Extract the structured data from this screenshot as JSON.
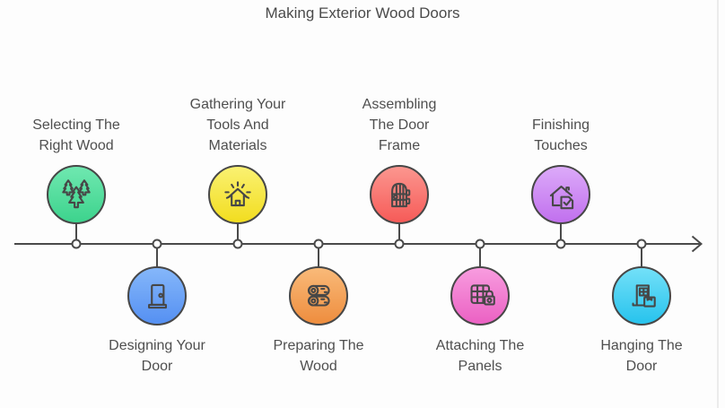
{
  "title": "Making Exterior Wood Doors",
  "colors": {
    "background": "#fdfdfd",
    "axis_stroke": "#4a4a4a",
    "text": "#4f4f4f",
    "circle_outline": "#474747"
  },
  "steps": [
    {
      "label": "Selecting The Right Wood",
      "icon": "pine-trees-icon",
      "color": "#3dd38d",
      "position": "above"
    },
    {
      "label": "Designing Your Door",
      "icon": "door-icon",
      "color": "#5590f2",
      "position": "below"
    },
    {
      "label": "Gathering Your Tools And Materials",
      "icon": "house-rays-icon",
      "color": "#f2dd1f",
      "position": "above"
    },
    {
      "label": "Preparing The Wood",
      "icon": "wood-logs-icon",
      "color": "#ee8d3e",
      "position": "below"
    },
    {
      "label": "Assembling The Door Frame",
      "icon": "arched-door-icon",
      "color": "#f65b58",
      "position": "above"
    },
    {
      "label": "Attaching The Panels",
      "icon": "panels-lock-icon",
      "color": "#eb61c3",
      "position": "below"
    },
    {
      "label": "Finishing Touches",
      "icon": "house-check-icon",
      "color": "#c170ee",
      "position": "above"
    },
    {
      "label": "Hanging The Door",
      "icon": "door-box-icon",
      "color": "#27c3ed",
      "position": "below"
    }
  ]
}
